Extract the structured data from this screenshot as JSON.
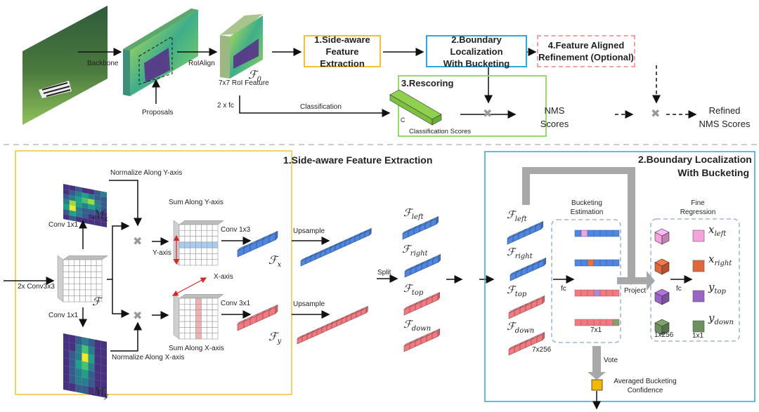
{
  "top": {
    "backbone_label": "Backbone",
    "roialign_label": "RoIAlign",
    "proposals_label": "Proposals",
    "f0_symbol": "ℱ",
    "f0_sub": "0",
    "roi_feature_label": "7x7 RoI Feature",
    "fc_label": "2 x fc",
    "classification_label": "Classification",
    "stage1_label_line1": "1.Side-aware",
    "stage1_label_line2": "Feature Extraction",
    "stage2_label_line1": "2.Boundary Localization",
    "stage2_label_line2": "With Bucketing",
    "stage3_label": "3.Rescoring",
    "stage4_label_line1": "4.Feature Aligned",
    "stage4_label_line2": "Refinement (Optional)",
    "c_label": "C",
    "classification_scores_label": "Classification Scores",
    "nms_line1": "NMS",
    "nms_line2": "Scores",
    "refined_line1": "Refined",
    "refined_line2": "NMS Scores"
  },
  "panel1": {
    "title": "1.Side-aware Feature Extraction",
    "input_label": "2x Conv3x3",
    "f_symbol": "ℱ",
    "mx_symbol": "ℳ",
    "mx_sub": "x",
    "my_symbol": "ℳ",
    "my_sub": "y",
    "conv_top": "Conv 1x1",
    "conv_bottom": "Conv 1x1",
    "normalize_y": "Normalize Along Y-axis",
    "normalize_x": "Normalize Along X-axis",
    "sum_y": "Sum Along Y-axis",
    "sum_x": "Sum Along X-axis",
    "y_axis": "Y-axis",
    "x_axis": "X-axis",
    "conv_1x3": "Conv 1x3",
    "conv_3x1": "Conv 3x1",
    "upsample_top": "Upsample",
    "upsample_bottom": "Upsample",
    "fx_sub": "x",
    "fy_sub": "y",
    "split": "Split",
    "f_left_sub": "left",
    "f_right_sub": "right",
    "f_top_sub": "top",
    "f_down_sub": "down"
  },
  "panel2": {
    "title_line1": "2.Boundary Localization",
    "title_line2": "With Bucketing",
    "f_left_sub": "left",
    "f_right_sub": "right",
    "f_top_sub": "top",
    "f_down_sub": "down",
    "dims_7x256": "7x256",
    "bucketing_line1": "Bucketing",
    "bucketing_line2": "Estimation",
    "fc_left": "fc",
    "dims_7x1": "7x1",
    "project": "Project",
    "fine_line1": "Fine",
    "fine_line2": "Regression",
    "fc_right": "fc",
    "dims_1x256": "1x256",
    "dims_1x1": "1x1",
    "x_left": "x",
    "x_left_sub": "left",
    "x_right": "x",
    "x_right_sub": "right",
    "y_top": "y",
    "y_top_sub": "top",
    "y_down": "y",
    "y_down_sub": "down",
    "vote": "Vote",
    "avg_line1": "Averaged Bucketing",
    "avg_line2": "Confidence",
    "bucket_rows": [
      {
        "base": "#4f86e0",
        "hi_index": 1,
        "hi_color": "#f5a3dc"
      },
      {
        "base": "#4f86e0",
        "hi_index": 2,
        "hi_color": "#e8713f"
      },
      {
        "base": "#f07a80",
        "hi_index": 3,
        "hi_color": "#a98ad4"
      },
      {
        "base": "#f07a80",
        "hi_index": 6,
        "hi_color": "#7ea36b"
      }
    ],
    "fine_colors": [
      "#f5a3dc",
      "#e0673c",
      "#9a64c6",
      "#6e8f5e"
    ]
  },
  "colors": {
    "stage1": "#f5c032",
    "stage2": "#29a9e0",
    "stage3": "#9ad86a",
    "stage4": "#f4a0a0",
    "blue": "#4f86e0",
    "red": "#f07a80",
    "gray_arrow": "#a8a8a8",
    "confidence": "#f5b800"
  }
}
